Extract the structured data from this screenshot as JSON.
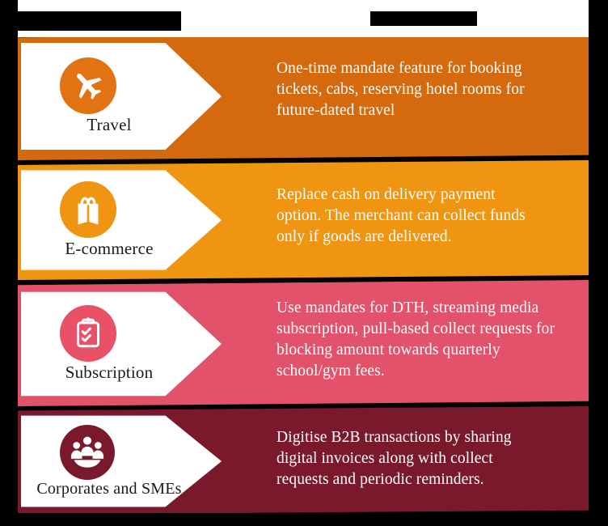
{
  "heading": {
    "redacted_block_left": "",
    "redacted_block_right": ""
  },
  "colors": {
    "travel_band": "#D4690E",
    "ecommerce_band": "#EF9512",
    "subscription_band": "#E2526A",
    "corporates_band": "#7B192C",
    "panel": "#ffffff",
    "label_text": "#1a1a1a",
    "desc_text": "#ffffff",
    "frame": "#000000"
  },
  "rows": [
    {
      "id": "travel",
      "label": "Travel",
      "label_line1": "Travel",
      "label_line2": "",
      "icon": "airplane-icon",
      "band_color": "#D4690E",
      "description": "One-time mandate feature for booking tickets, cabs, reserving hotel rooms for future-dated travel",
      "description_lines": [
        "One-time mandate feature for booking",
        "tickets, cabs, reserving hotel rooms for",
        "future-dated travel"
      ]
    },
    {
      "id": "ecommerce",
      "label": "E-commerce",
      "label_line1": "E-commerce",
      "label_line2": "",
      "icon": "shopping-bag-icon",
      "band_color": "#EF9512",
      "description": "Replace cash on delivery payment option. The merchant can collect funds only if goods are delivered.",
      "description_lines": [
        "Replace cash on delivery payment",
        "option. The merchant can collect funds",
        "only if goods are delivered."
      ]
    },
    {
      "id": "subscription",
      "label": "Subscription",
      "label_line1": "Subscription",
      "label_line2": "",
      "icon": "clipboard-check-icon",
      "band_color": "#E2526A",
      "description": "Use mandates for DTH, streaming media subscription, pull-based collect requests for blocking amount towards quarterly school/gym fees.",
      "description_lines": [
        "Use mandates for DTH, streaming media",
        "subscription, pull-based collect requests for",
        "blocking amount towards quarterly",
        "school/gym fees."
      ]
    },
    {
      "id": "corporates",
      "label": "Corporates and SMEs",
      "label_line1": "Corporates",
      "label_line2": "and SMEs",
      "icon": "people-group-icon",
      "band_color": "#7B192C",
      "description": "Digitise B2B transactions by sharing digital invoices along with collect requests and periodic reminders.",
      "description_lines": [
        "Digitise B2B transactions by sharing",
        "digital invoices along with collect",
        "requests and periodic reminders."
      ]
    }
  ]
}
